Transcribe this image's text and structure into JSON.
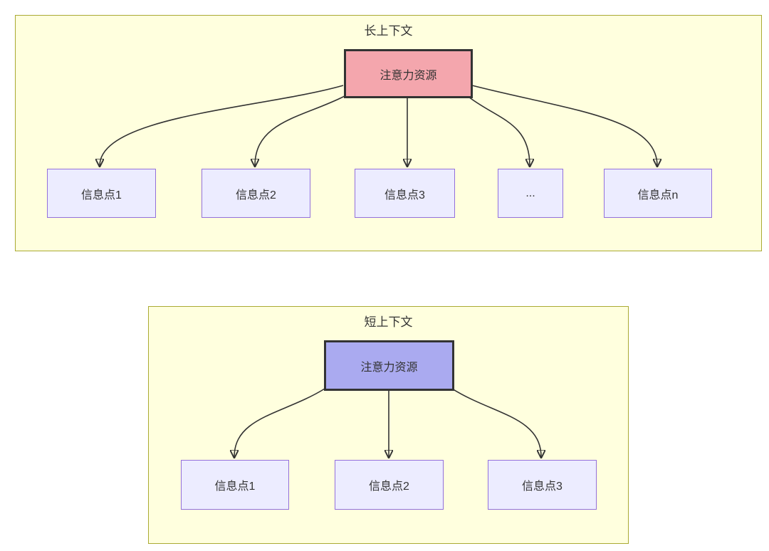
{
  "diagram": {
    "type": "flowchart",
    "long_context": {
      "title": "长上下文",
      "attention_label": "注意力资源",
      "info_points": [
        {
          "label": "信息点1"
        },
        {
          "label": "信息点2"
        },
        {
          "label": "信息点3"
        },
        {
          "label": "..."
        },
        {
          "label": "信息点n"
        }
      ]
    },
    "short_context": {
      "title": "短上下文",
      "attention_label": "注意力资源",
      "info_points": [
        {
          "label": "信息点1"
        },
        {
          "label": "信息点2"
        },
        {
          "label": "信息点3"
        }
      ]
    },
    "colors": {
      "cluster_fill": "#ffffde",
      "cluster_border": "#aaaa33",
      "attention_long_fill": "#f4a6ad",
      "attention_short_fill": "#aaaaf0",
      "attention_border": "#333333",
      "info_fill": "#ececff",
      "info_border": "#9370db",
      "edge": "#333333",
      "text": "#333333"
    }
  }
}
